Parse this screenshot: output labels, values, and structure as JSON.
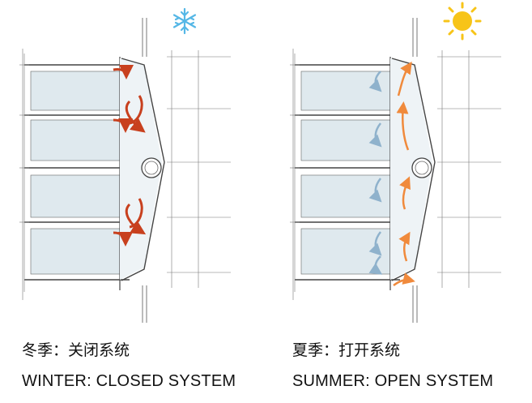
{
  "panels": {
    "winter": {
      "caption_cn": "冬季：关闭系统",
      "caption_en": "WINTER: CLOSED SYSTEM",
      "icon": "snowflake-icon",
      "airflow_color": "#c8401e"
    },
    "summer": {
      "caption_cn": "夏季：打开系统",
      "caption_en": "SUMMER: OPEN SYSTEM",
      "icon": "sun-icon",
      "airflow_color": "#f08a3c",
      "interior_flow_color": "#8fb2cc"
    }
  },
  "colors": {
    "glass_fill": "#dfe9ee",
    "line": "#555555",
    "snowflake": "#55b7e6",
    "sun": "#f7c418"
  }
}
